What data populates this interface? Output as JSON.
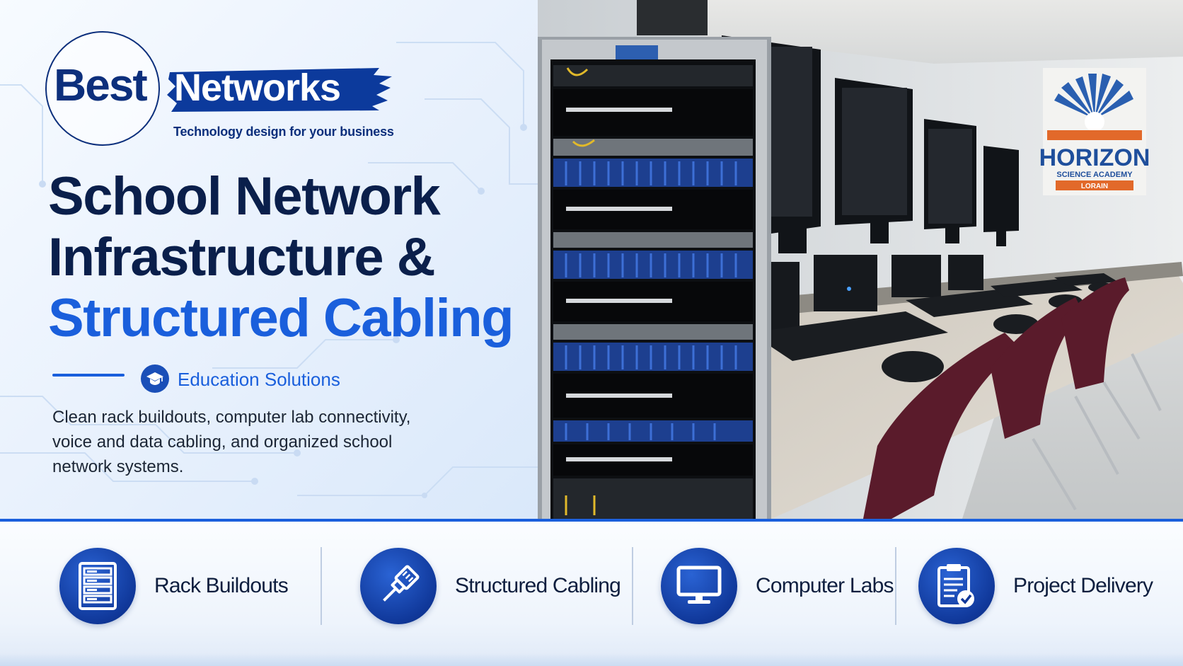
{
  "brand": {
    "name_part1": "Best",
    "name_part2": "Networks",
    "tagline": "Technology design for your business"
  },
  "hero": {
    "headline_line1": "School Network",
    "headline_line2": "Infrastructure &",
    "headline_line3": "Structured Cabling",
    "category_icon": "graduation-cap-icon",
    "category_label": "Education Solutions",
    "description": "Clean rack buildouts, computer lab connectivity, voice and data cabling, and organized school network systems."
  },
  "photo": {
    "sign_title": "HORIZON",
    "sign_subtitle": "SCIENCE ACADEMY",
    "sign_location": "LORAIN"
  },
  "features": [
    {
      "icon": "server-rack-icon",
      "label": "Rack Buildouts"
    },
    {
      "icon": "ethernet-cable-icon",
      "label": "Structured Cabling"
    },
    {
      "icon": "monitor-icon",
      "label": "Computer Labs"
    },
    {
      "icon": "clipboard-check-icon",
      "label": "Project Delivery"
    }
  ],
  "colors": {
    "primary_blue": "#1a5fdc",
    "navy": "#0c2f7c",
    "dark_text": "#0a1f4b",
    "sign_orange": "#e2692a"
  }
}
